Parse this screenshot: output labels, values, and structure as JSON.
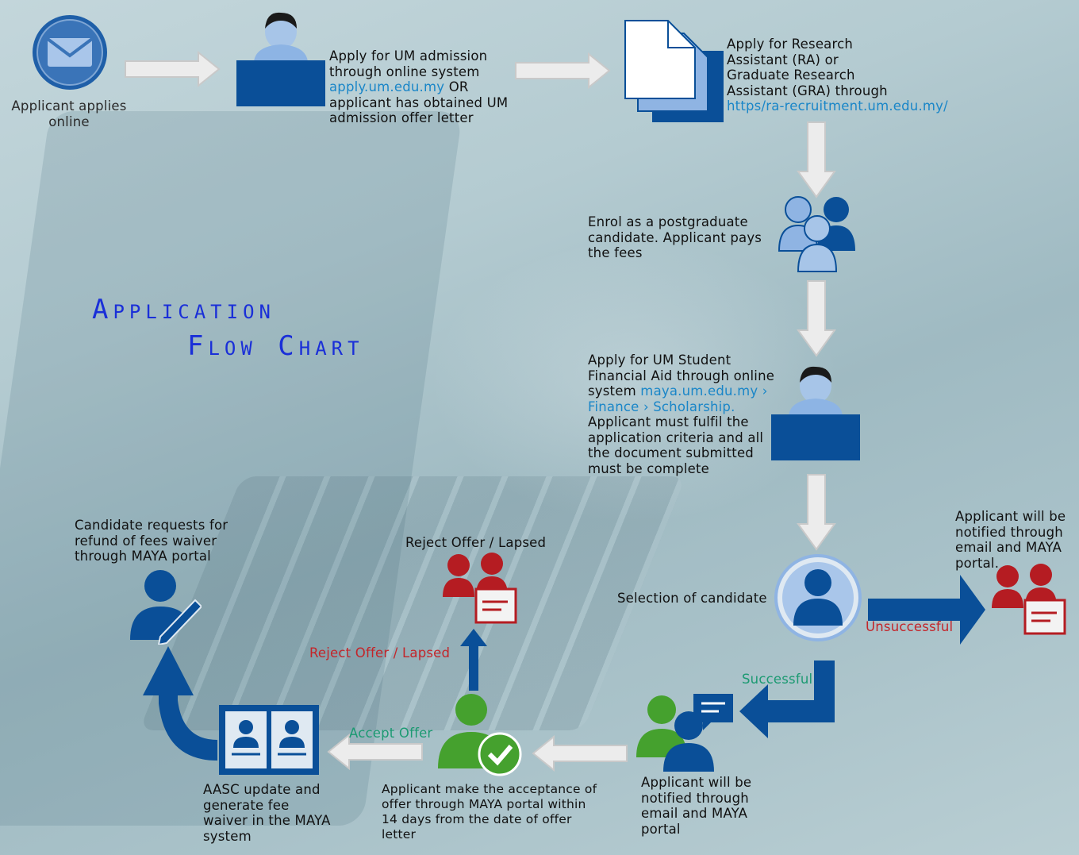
{
  "title": {
    "line1": "Application",
    "line2": "Flow Chart"
  },
  "steps": {
    "apply_online": {
      "line1": "Applicant applies",
      "line2": "online"
    },
    "um_admission": {
      "line1": "Apply for UM admission",
      "line2": "through online system",
      "link": "apply.um.edu.my",
      "line3_rest": " OR",
      "line4": "applicant has obtained UM",
      "line5": "admission offer letter"
    },
    "ra_gra": {
      "line1": "Apply for Research",
      "line2": "Assistant (RA) or",
      "line3": "Graduate Research",
      "line4": "Assistant (GRA) through",
      "link": "https/ra-recruitment.um.edu.my/"
    },
    "enrol": {
      "line1": "Enrol as a postgraduate",
      "line2": "candidate. Applicant pays",
      "line3": "the fees"
    },
    "financial_aid": {
      "line1": "Apply for UM Student",
      "line2": "Financial Aid through online",
      "line3_pre": "system ",
      "link1": "maya.um.edu.my ›",
      "link2": "Finance › Scholarship.",
      "line5": "Applicant must fulfil the",
      "line6": "application criteria and all",
      "line7": "the document submitted",
      "line8": "must be complete"
    },
    "selection": {
      "label": "Selection of candidate"
    },
    "notified_unsuccessful": {
      "line1": "Applicant will be",
      "line2": "notified through",
      "line3": "email and MAYA",
      "line4": "portal."
    },
    "notified_successful": {
      "line1": "Applicant will be",
      "line2": "notified through",
      "line3": "email and MAYA",
      "line4": "portal"
    },
    "acceptance": {
      "line1": "Applicant make the acceptance of",
      "line2": "offer through MAYA portal within",
      "line3": "14 days from the date of offer",
      "line4": "letter"
    },
    "reject": {
      "label": "Reject Offer / Lapsed"
    },
    "aasc": {
      "line1": "AASC update and",
      "line2": "generate fee",
      "line3": "waiver in the MAYA",
      "line4": "system"
    },
    "refund": {
      "line1": "Candidate requests for",
      "line2": "refund of fees waiver",
      "line3": "through MAYA portal"
    }
  },
  "edge_labels": {
    "unsuccessful": "Unsuccessful",
    "successful": "Successful",
    "accept_offer": "Accept Offer",
    "reject_offer": "Reject Offer / Lapsed"
  },
  "icons": {
    "apply_online": "mail-icon",
    "um_admission": "person-at-desk-icon",
    "ra_gra": "documents-icon",
    "enrol": "group-icon",
    "financial_aid": "person-at-desk-icon",
    "selection": "person-circle-icon",
    "notified_unsuccessful": "people-card-icon",
    "notified_successful": "person-message-icon",
    "acceptance": "person-check-icon",
    "reject": "people-card-icon",
    "aasc": "book-icon",
    "refund": "person-pen-icon"
  },
  "colors": {
    "dark_blue": "#0a4f98",
    "mid_blue": "#1e5fa8",
    "light_blue": "#8fb4e3",
    "red": "#b51c22",
    "green": "#45a12e",
    "arrow_grey": "#e8e8e8",
    "link": "#1a86c8",
    "title": "#1a2fd8"
  }
}
